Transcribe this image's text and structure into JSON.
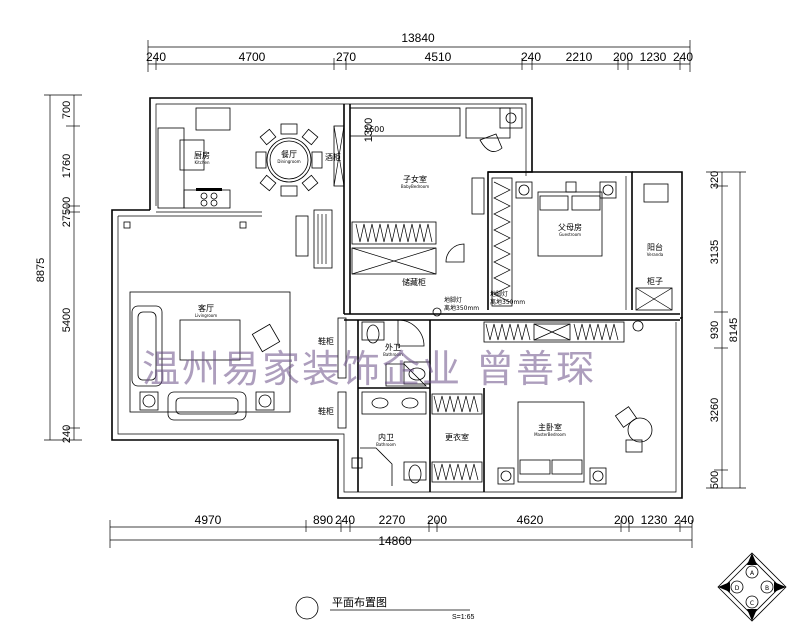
{
  "dimensions": {
    "top_total": "13840",
    "top_segments": [
      "240",
      "4700",
      "270",
      "4510",
      "240",
      "2210",
      "200",
      "1230",
      "240"
    ],
    "bottom_total": "14860",
    "bottom_segments": [
      "4970",
      "890",
      "240",
      "2270",
      "200",
      "4620",
      "200",
      "1230",
      "240"
    ],
    "left_total": "8875",
    "left_segments": [
      "700",
      "1760",
      "27500",
      "5400",
      "240"
    ],
    "right_total": "8145",
    "right_segments": [
      "320",
      "3135",
      "930",
      "3260",
      "500"
    ],
    "inner_2600": "2600",
    "inner_1300": "1300"
  },
  "rooms": {
    "kitchen": {
      "cn": "厨房",
      "en": "Kitchen"
    },
    "dining": {
      "cn": "餐厅",
      "en": "Diningroom"
    },
    "wine_cabinet": "酒柜",
    "child_room": {
      "cn": "子女室",
      "en": "BabyBedroom"
    },
    "guest_room": {
      "cn": "父母房",
      "en": "Guestroom"
    },
    "balcony": {
      "cn": "阳台",
      "en": "Veranda"
    },
    "cabinet": "柜子",
    "storage": "储藏柜",
    "living": {
      "cn": "客厅",
      "en": "Livingroom"
    },
    "outer_bath": {
      "cn": "外卫",
      "en": "Bathroom"
    },
    "inner_bath": {
      "cn": "内卫",
      "en": "Bathroom"
    },
    "dressing": "更衣室",
    "master": {
      "cn": "主卧室",
      "en": "MasterBedroom"
    },
    "shoe_cabinet_1": "鞋柜",
    "shoe_cabinet_2": "鞋柜",
    "foot_light_1": "地脚灯",
    "foot_light_1_note": "离地350mm",
    "foot_light_2": "地脚灯",
    "foot_light_2_note": "离地350mm"
  },
  "watermark": "温州易家装饰企业  曾善琛",
  "drawing_title": "平面布置图",
  "scale": "S=1:65",
  "compass": {
    "a": "A",
    "b": "B",
    "c": "C",
    "d": "D"
  }
}
